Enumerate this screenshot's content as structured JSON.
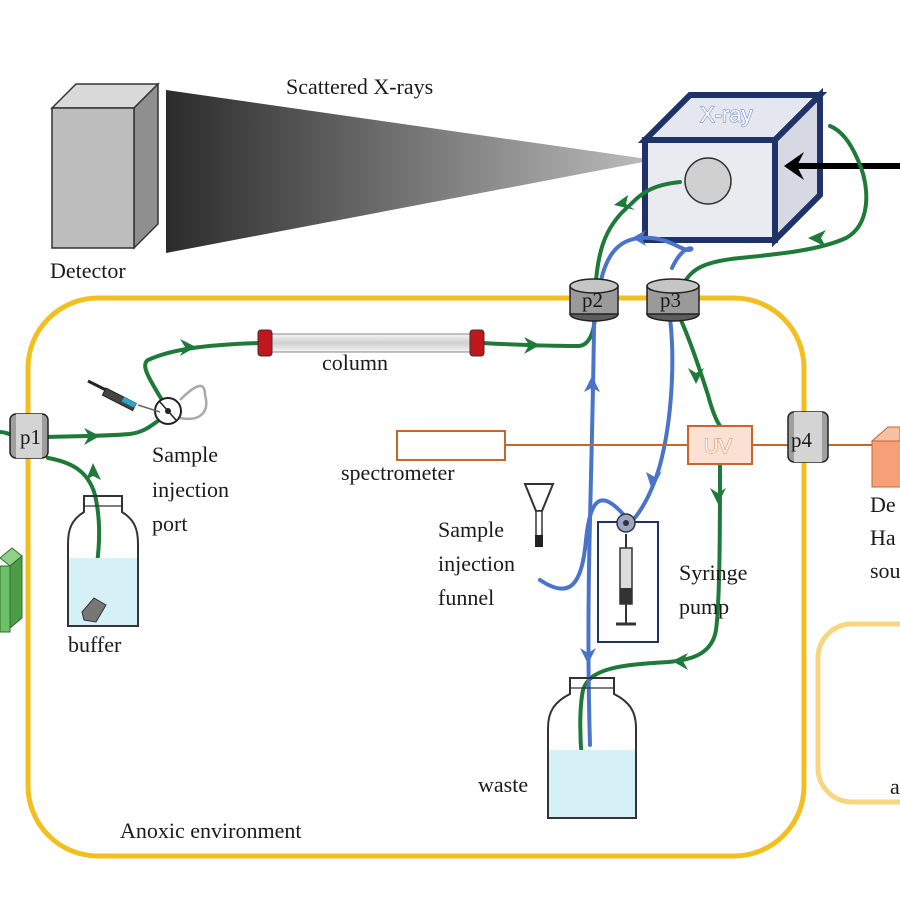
{
  "labels": {
    "scattered_xrays": "Scattered X-rays",
    "detector": "Detector",
    "xray": "X-ray",
    "column": "column",
    "sample_injection_port": [
      "Sample",
      "injection",
      "port"
    ],
    "buffer": "buffer",
    "spectrometer": "spectrometer",
    "uv": "UV",
    "sample_injection_funnel": [
      "Sample",
      "injection",
      "funnel"
    ],
    "syringe_pump": [
      "Syringe",
      "pump"
    ],
    "waste": "waste",
    "anoxic_environment": "Anoxic environment",
    "source_partial": [
      "De",
      "Ha",
      "sou"
    ],
    "right_box_partial": "a",
    "ports": {
      "p1": "p1",
      "p2": "p2",
      "p3": "p3",
      "p4": "p4"
    }
  },
  "colors": {
    "anoxic_border": "#f2bf1f",
    "right_box_border": "#f7d680",
    "green_tube": "#1f7a3a",
    "blue_tube": "#4a74c9",
    "orange_line": "#c8662a",
    "xray_frame": "#1f3366",
    "detector_gray": "#bdbdbd",
    "column_cap_red": "#c0161c",
    "source_orange": "#f6a07a",
    "green_box": "#5fb05a",
    "liquid": "#d6f0f8"
  }
}
